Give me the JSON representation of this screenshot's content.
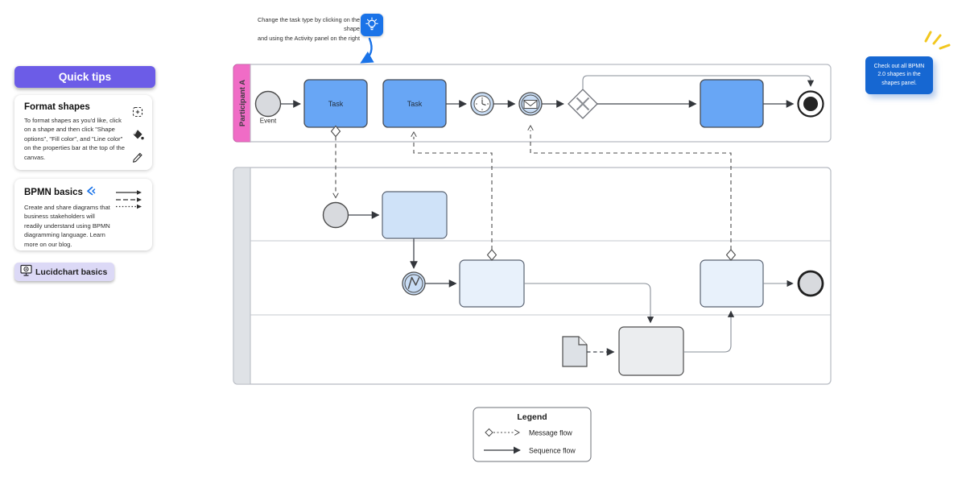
{
  "canvas": {
    "background": "#ffffff"
  },
  "left_panel": {
    "quick_tips_button": {
      "label": "Quick tips",
      "color": "#6c5ce7"
    },
    "cards": [
      {
        "title": "Format shapes",
        "body": "To format shapes as you'd like, click on a shape and then click \"Shape options\", \"Fill color\", and \"Line color\" on the properties bar at the top of the canvas.",
        "icons": [
          "shape-options-icon",
          "fill-color-icon",
          "line-color-icon"
        ]
      },
      {
        "title": "BPMN basics",
        "title_icon": "click-chevrons-icon",
        "body": "Create and share diagrams that business stakeholders will readily understand using BPMN diagramming language. Learn more on our blog.",
        "icons": [
          "flow-arrows-icon"
        ]
      }
    ],
    "lucidchart_basics_button": {
      "label": "Lucidchart basics",
      "icon": "monitor-icon",
      "color": "#dcd9f6"
    }
  },
  "callout": {
    "line1": "Change the task type by clicking on the shape",
    "line2": "and using the Activity panel on the right",
    "icon": "lightbulb-icon",
    "icon_color": "#1a73e8",
    "arrow_color": "#1a73e8"
  },
  "sticky_note": {
    "text": "Check out all BPMN 2.0 shapes in the shapes panel.",
    "color": "#1667d2",
    "sparkle_color": "#f2c71e"
  },
  "diagram": {
    "pool1": {
      "participant_label": "Participant A",
      "lane_color": "#f06cc6"
    },
    "pool2": {
      "lane_color": "#dfe2e6",
      "lanes": 3
    },
    "labels": {
      "event": "Event",
      "task": "Task"
    },
    "colors": {
      "task_fill": "#68a6f5",
      "subtask_fill": "#cfe2f8",
      "subtask_fill_light": "#e8f1fb",
      "neutral_task_fill": "#ebedef",
      "start_event_fill": "#d8dade",
      "intermediate_event_fill": "#c9ddf5"
    }
  },
  "legend": {
    "title": "Legend",
    "items": [
      {
        "label": "Message flow",
        "style": "dashed-open-arrow"
      },
      {
        "label": "Sequence flow",
        "style": "solid-filled-arrow"
      }
    ]
  }
}
